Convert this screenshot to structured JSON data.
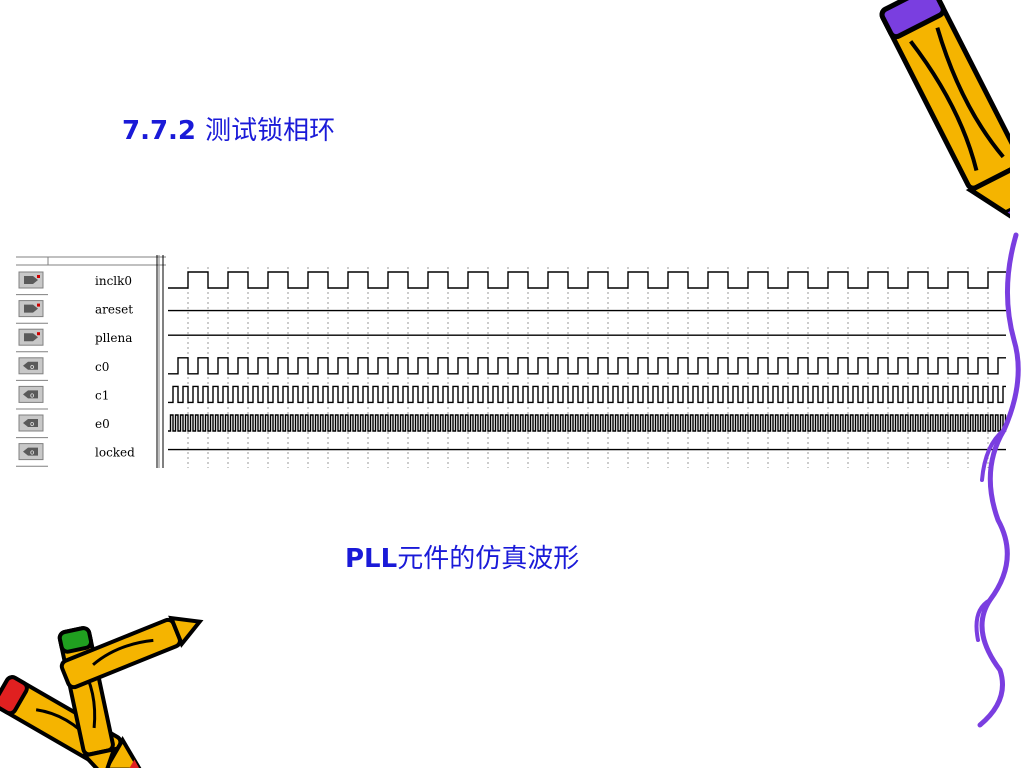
{
  "slide": {
    "title_number": "7.7.2",
    "title_text": "测试锁相环",
    "caption_bold": "PLL",
    "caption_text": "元件的仿真波形"
  },
  "waveform": {
    "signals": [
      {
        "name": "inclk0",
        "icon": "input-pin-icon",
        "kind": "clock",
        "period": 40
      },
      {
        "name": "areset",
        "icon": "input-pin-icon",
        "kind": "low"
      },
      {
        "name": "pllena",
        "icon": "input-pin-icon",
        "kind": "high"
      },
      {
        "name": "c0",
        "icon": "output-pin-icon",
        "kind": "clock",
        "period": 20
      },
      {
        "name": "c1",
        "icon": "output-pin-icon",
        "kind": "clock",
        "period": 10
      },
      {
        "name": "e0",
        "icon": "output-pin-icon",
        "kind": "clock",
        "period": 5
      },
      {
        "name": "locked",
        "icon": "output-pin-icon",
        "kind": "high"
      }
    ],
    "colors": {
      "trace": "#000000",
      "grid": "#9a9a9a",
      "title": "#1a1ad8"
    }
  },
  "decorations": {
    "icons": [
      "pencil-icon",
      "crossed-pencils-icon",
      "purple-vine-icon"
    ]
  }
}
